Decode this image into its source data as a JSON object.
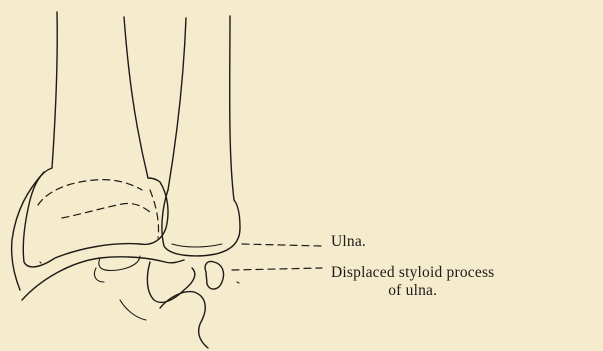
{
  "labels": {
    "ulna": "Ulna.",
    "styloid_line1": "Displaced styloid process",
    "styloid_line2": "of ulna."
  },
  "colors": {
    "background": "#f5ebcd",
    "ink": "#1e1b17"
  }
}
